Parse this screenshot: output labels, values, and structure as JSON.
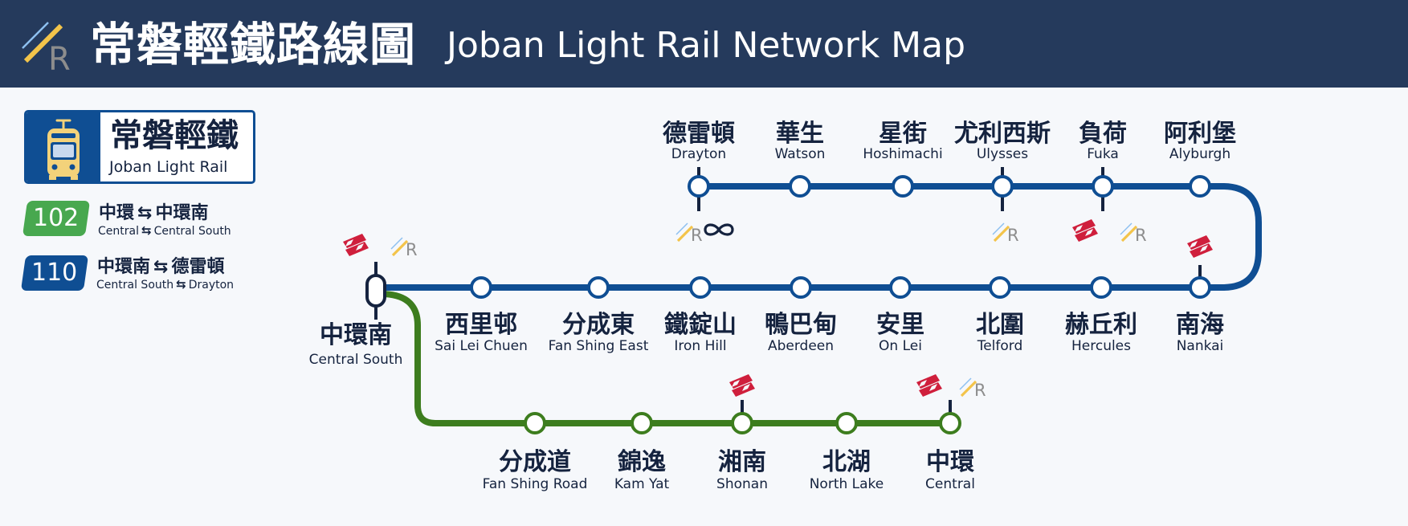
{
  "header": {
    "title_zh": "常磐輕鐵路線圖",
    "title_en": "Joban Light Rail Network Map",
    "logo_icon": "light-rail-logo-icon",
    "background": "#253a5c"
  },
  "brand": {
    "name_zh": "常磐輕鐵",
    "name_en": "Joban Light Rail",
    "icon": "tram-icon",
    "color": "#0f4e93"
  },
  "legend": [
    {
      "route": "102",
      "color": "#48a84f",
      "from_zh": "中環",
      "to_zh": "中環南",
      "from_en": "Central",
      "to_en": "Central South",
      "arrow_icon": "two-way-arrow-icon"
    },
    {
      "route": "110",
      "color": "#0f4e93",
      "from_zh": "中環南",
      "to_zh": "德雷頓",
      "from_en": "Central South",
      "to_en": "Drayton",
      "arrow_icon": "two-way-arrow-icon"
    }
  ],
  "colors": {
    "blue_line": "#0f4e93",
    "green_line": "#3d7d1e",
    "interchange_rail": "#cf1f3c",
    "logo_light_blue": "#8ec0f0",
    "logo_yellow": "#f3c44a",
    "logo_grey": "#8d8d8d"
  },
  "stations": {
    "top_row": [
      {
        "zh": "德雷頓",
        "en": "Drayton",
        "interchanges": [
          "light-rail-logo-icon",
          "infinity-icon"
        ]
      },
      {
        "zh": "華生",
        "en": "Watson",
        "interchanges": []
      },
      {
        "zh": "星街",
        "en": "Hoshimachi",
        "interchanges": []
      },
      {
        "zh": "尤利西斯",
        "en": "Ulysses",
        "interchanges": [
          "light-rail-logo-icon"
        ]
      },
      {
        "zh": "負荷",
        "en": "Fuka",
        "interchanges": [
          "national-rail-icon",
          "light-rail-logo-icon"
        ]
      },
      {
        "zh": "阿利堡",
        "en": "Alyburgh",
        "interchanges": []
      }
    ],
    "middle_row": [
      {
        "zh": "中環南",
        "en": "Central South",
        "interchanges": [
          "national-rail-icon",
          "light-rail-logo-icon"
        ]
      },
      {
        "zh": "西里邨",
        "en": "Sai Lei Chuen",
        "interchanges": []
      },
      {
        "zh": "分成東",
        "en": "Fan Shing East",
        "interchanges": []
      },
      {
        "zh": "鐵錠山",
        "en": "Iron Hill",
        "interchanges": []
      },
      {
        "zh": "鴨巴甸",
        "en": "Aberdeen",
        "interchanges": []
      },
      {
        "zh": "安里",
        "en": "On Lei",
        "interchanges": []
      },
      {
        "zh": "北圍",
        "en": "Telford",
        "interchanges": []
      },
      {
        "zh": "赫丘利",
        "en": "Hercules",
        "interchanges": []
      },
      {
        "zh": "南海",
        "en": "Nankai",
        "interchanges": [
          "national-rail-icon"
        ]
      }
    ],
    "bottom_row": [
      {
        "zh": "分成道",
        "en": "Fan Shing Road",
        "interchanges": []
      },
      {
        "zh": "錦逸",
        "en": "Kam Yat",
        "interchanges": []
      },
      {
        "zh": "湘南",
        "en": "Shonan",
        "interchanges": [
          "national-rail-icon"
        ]
      },
      {
        "zh": "北湖",
        "en": "North Lake",
        "interchanges": []
      },
      {
        "zh": "中環",
        "en": "Central",
        "interchanges": [
          "national-rail-icon",
          "light-rail-logo-icon"
        ]
      }
    ]
  }
}
